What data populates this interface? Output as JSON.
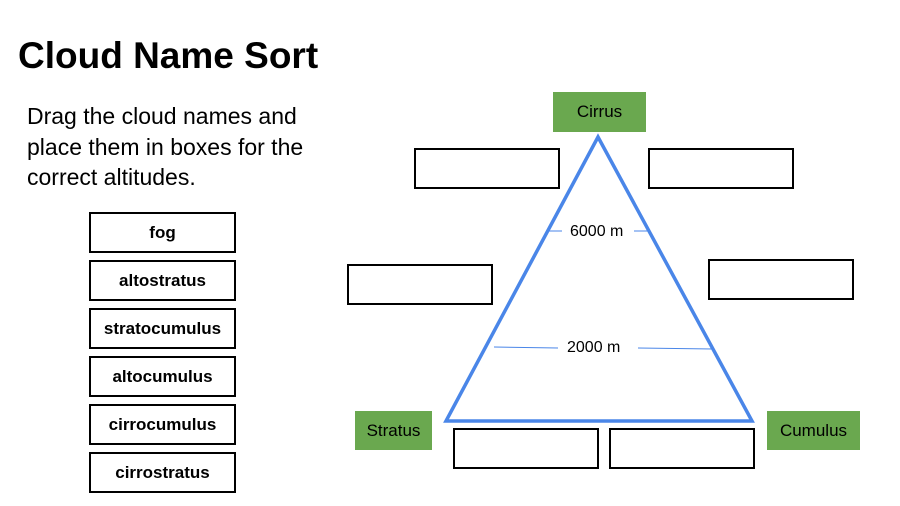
{
  "title": "Cloud Name Sort",
  "instructions": [
    "Drag the cloud names and",
    "place them in boxes for the",
    "correct altitudes."
  ],
  "word_cards": [
    "fog",
    "altostratus",
    "stratocumulus",
    "altocumulus",
    "cirrocumulus",
    "cirrostratus"
  ],
  "cloud_labels": {
    "top": "Cirrus",
    "left": "Stratus",
    "right": "Cumulus"
  },
  "altitudes": {
    "high": "6000 m",
    "low": "2000 m"
  },
  "colors": {
    "triangle_stroke": "#4a86e8",
    "label_fill": "#6aa84f"
  }
}
